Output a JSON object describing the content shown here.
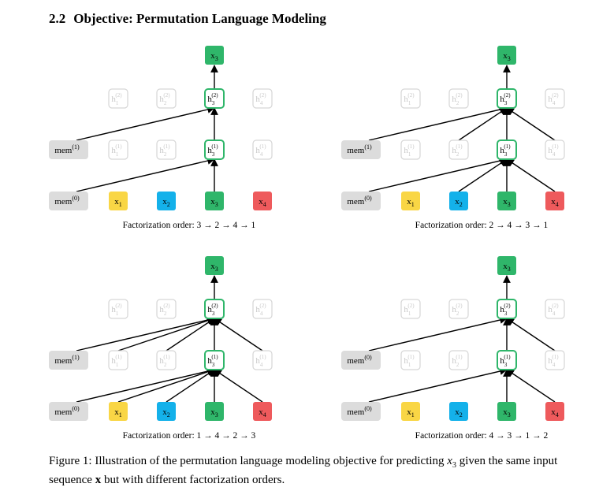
{
  "section": {
    "number": "2.2",
    "title": "Objective: Permutation Language Modeling"
  },
  "colors": {
    "x1": "#f9d645",
    "x2": "#14b1ea",
    "x3": "#2fb66a",
    "x4": "#ee5a5c",
    "mem": "#dcdcdc",
    "ghost_border": "#d6d6d6",
    "ghost_text": "#c8c8c8",
    "active_border": "#2fb66a"
  },
  "node_labels": {
    "x": [
      "x",
      "x",
      "x",
      "x"
    ],
    "x_sub": [
      "1",
      "2",
      "3",
      "4"
    ],
    "h": "h",
    "layer1": "(1)",
    "layer2": "(2)",
    "mem": "mem"
  },
  "panels": [
    {
      "caption": "Factorization order: 3 → 2 → 4 → 1",
      "mem_layers": [
        "(0)",
        "(1)"
      ],
      "layer1_inputs": [
        "mem",
        "x3"
      ],
      "layer2_inputs": [
        "mem",
        "h3"
      ]
    },
    {
      "caption": "Factorization order: 2 → 4 → 3 → 1",
      "mem_layers": [
        "(0)",
        "(1)"
      ],
      "layer1_inputs": [
        "mem",
        "x2",
        "x3",
        "x4"
      ],
      "layer2_inputs": [
        "mem",
        "h2",
        "h3",
        "h4"
      ]
    },
    {
      "caption": "Factorization order: 1 → 4 → 2 → 3",
      "mem_layers": [
        "(0)",
        "(1)"
      ],
      "layer1_inputs": [
        "mem",
        "x1",
        "x2",
        "x3",
        "x4"
      ],
      "layer2_inputs": [
        "mem",
        "h1",
        "h2",
        "h3",
        "h4"
      ]
    },
    {
      "caption": "Factorization order: 4 → 3 → 1 → 2",
      "mem_layers": [
        "(0)",
        "(0)"
      ],
      "layer1_inputs": [
        "mem",
        "x3",
        "x4"
      ],
      "layer2_inputs": [
        "mem",
        "h3",
        "h4"
      ]
    }
  ],
  "figure_caption": {
    "label": "Figure 1:",
    "text_before": "Illustration of the permutation language modeling objective for predicting",
    "var": "x",
    "var_sub": "3",
    "text_middle": "given the same input sequence",
    "bold_var": "x",
    "text_after": "but with different factorization orders."
  }
}
